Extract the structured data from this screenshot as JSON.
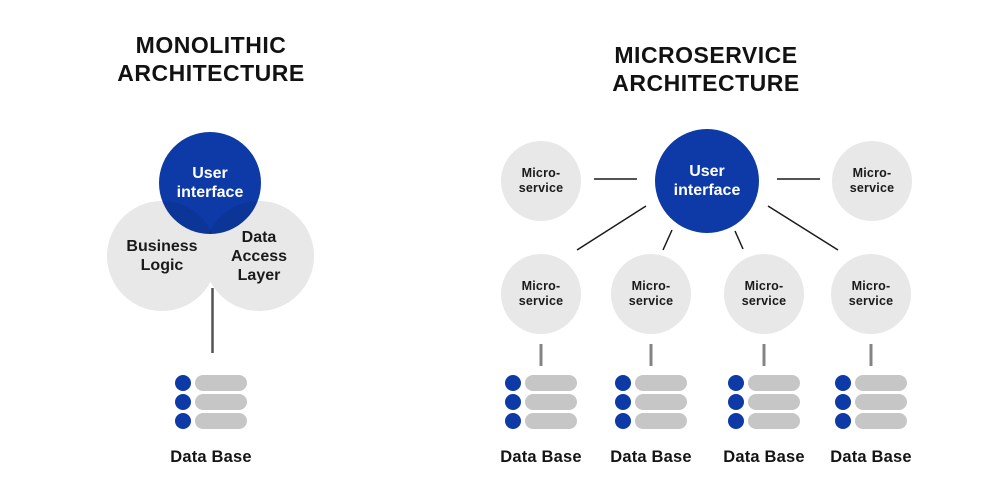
{
  "colors": {
    "primary_blue": "#0d3aa6",
    "overlap_blue_dark": "#0b2f86",
    "circle_gray": "#e8e8e8",
    "db_bar_gray": "#c6c6c6",
    "connector_black": "#1a1a1a",
    "connector_gray": "#848484",
    "connector_dark_gray": "#545454",
    "title_text": "#121212",
    "circle_text_dark": "#1a1a1a",
    "circle_text_white": "#ffffff"
  },
  "left_panel": {
    "title": "MONOLITHIC\nARCHITECTURE",
    "user_interface_label": "User\ninterface",
    "business_logic_label": "Business\nLogic",
    "data_access_label": "Data\nAccess\nLayer",
    "database_label": "Data Base"
  },
  "right_panel": {
    "title": "MICROSERVICE\nARCHITECTURE",
    "user_interface_label": "User\ninterface",
    "side_services": [
      {
        "label": "Micro-\nservice"
      },
      {
        "label": "Micro-\nservice"
      }
    ],
    "bottom_services": [
      {
        "label": "Micro-\nservice",
        "database_label": "Data Base"
      },
      {
        "label": "Micro-\nservice",
        "database_label": "Data Base"
      },
      {
        "label": "Micro-\nservice",
        "database_label": "Data Base"
      },
      {
        "label": "Micro-\nservice",
        "database_label": "Data Base"
      }
    ]
  }
}
